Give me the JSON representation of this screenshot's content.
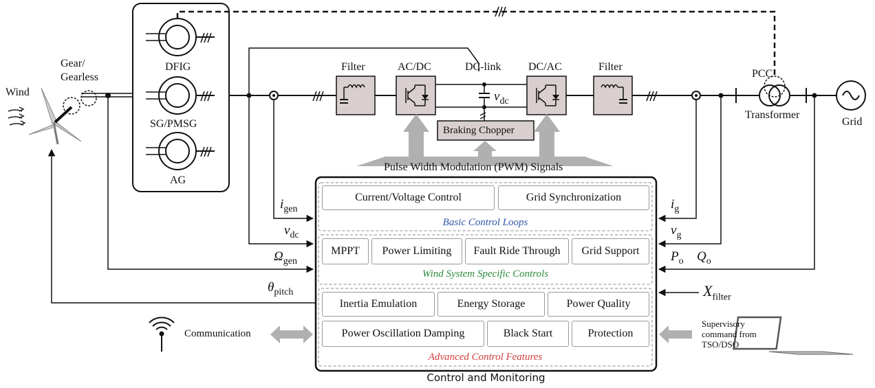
{
  "labels": {
    "wind": "Wind",
    "gear": "Gear/\nGearless",
    "dfig": "DFIG",
    "sg_pmsg": "SG/PMSG",
    "ag": "AG",
    "filter_left": "Filter",
    "acdc": "AC/DC",
    "dclink": "DC-link",
    "dcac": "DC/AC",
    "filter_right": "Filter",
    "vdc_symbol": "v",
    "vdc_sub": "dc",
    "braking_chopper": "Braking Chopper",
    "pcc": "PCC",
    "transformer": "Transformer",
    "grid": "Grid",
    "pwm": "Pulse Width Modulation (PWM) Signals",
    "communication": "Communication",
    "supervisory": "Supervisory\ncommand from\nTSO/DSO",
    "control_monitoring": "Control and Monitoring"
  },
  "signals": {
    "i_gen": {
      "sym": "i",
      "sub": "gen"
    },
    "v_dc": {
      "sym": "v",
      "sub": "dc"
    },
    "omega_gen": {
      "sym": "Ω",
      "sub": "gen"
    },
    "theta_pitch": {
      "sym": "θ",
      "sub": "pitch"
    },
    "i_g": {
      "sym": "i",
      "sub": "g"
    },
    "v_g": {
      "sym": "v",
      "sub": "g"
    },
    "p_o": {
      "sym": "P",
      "sub": "o"
    },
    "q_o": {
      "sym": "Q",
      "sub": "o"
    },
    "x_filter": {
      "sym": "X",
      "sub": "filter"
    }
  },
  "groups": {
    "basic": {
      "title": "Basic Control Loops",
      "items": [
        "Current/Voltage Control",
        "Grid Synchronization"
      ]
    },
    "wind": {
      "title": "Wind System Specific Controls",
      "items": [
        "MPPT",
        "Power Limiting",
        "Fault Ride Through",
        "Grid Support"
      ]
    },
    "advanced": {
      "title": "Advanced Control Features",
      "items": [
        "Inertia Emulation",
        "Energy Storage",
        "Power Quality",
        "Power Oscillation Damping",
        "Black Start",
        "Protection"
      ]
    }
  },
  "colors": {
    "basic_title": "#2f56a8",
    "wind_title": "#2e8b3e",
    "advanced_title": "#d13b3b",
    "block_fill": "#d9cfcf",
    "arrow_gray": "#b0b0b0"
  }
}
